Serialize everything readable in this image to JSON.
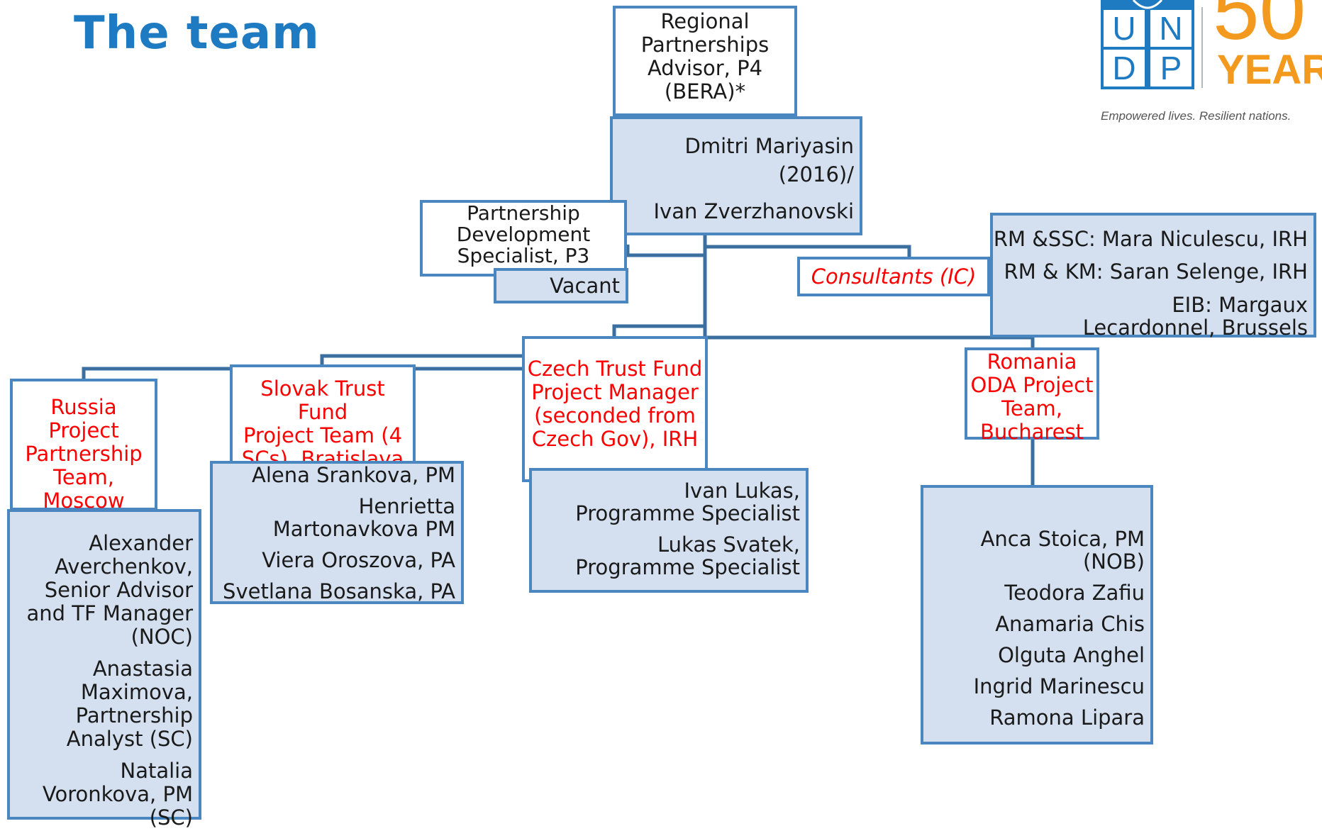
{
  "title": "The team",
  "logo": {
    "org_letters": [
      "U",
      "N",
      "D",
      "P"
    ],
    "anniversary": "50",
    "years": "YEARS",
    "tagline": "Empowered lives. Resilient nations."
  },
  "top": {
    "role": [
      "Regional",
      "Partnerships",
      "Advisor, P4",
      "(BERA)*"
    ],
    "names": [
      "Dmitri Mariyasin (2016)/",
      "Ivan Zverzhanovski"
    ]
  },
  "partnership_dev": {
    "role": [
      "Partnership",
      "Development",
      "Specialist, P3"
    ],
    "status": "Vacant"
  },
  "consultants": {
    "label": "Consultants (IC)",
    "members": [
      "RM &SSC: Mara Niculescu, IRH",
      "RM & KM: Saran Selenge, IRH",
      "EIB: Margaux Lecardonnel, Brussels"
    ]
  },
  "teams": {
    "russia": {
      "header": [
        "Russia",
        "Project",
        "Partnership",
        "Team,",
        "Moscow"
      ],
      "members": [
        "Alexander Averchenkov, Senior Advisor and TF Manager (NOC)",
        "Anastasia Maximova, Partnership Analyst (SC)",
        "Natalia Voronkova, PM (SC)"
      ]
    },
    "slovak": {
      "header": [
        "Slovak Trust Fund",
        "Project Team (4",
        "SCs), Bratislava"
      ],
      "members": [
        "Alena Srankova, PM",
        "Henrietta Martonavkova  PM",
        "Viera Oroszova, PA",
        "Svetlana Bosanska, PA"
      ]
    },
    "czech": {
      "header": [
        "Czech Trust Fund",
        "Project Manager",
        "(seconded  from",
        "Czech Gov), IRH"
      ],
      "members": [
        "Ivan Lukas, Programme Specialist",
        "Lukas Svatek, Programme Specialist"
      ]
    },
    "romania": {
      "header": [
        "Romania",
        "ODA Project",
        "Team,",
        "Bucharest"
      ],
      "members": [
        "Anca Stoica, PM (NOB)",
        "Teodora Zafiu",
        "Anamaria Chis",
        "Olguta Anghel",
        "Ingrid Marinescu",
        "Ramona Lipara"
      ]
    }
  },
  "colors": {
    "title": "#1f7bc1",
    "border": "#4a86c0",
    "shade": "#d4e0ef",
    "line": "#3a6fa0",
    "highlight": "#ff0000",
    "logo_blue": "#1f7bc1",
    "logo_orange": "#f39a1e"
  }
}
